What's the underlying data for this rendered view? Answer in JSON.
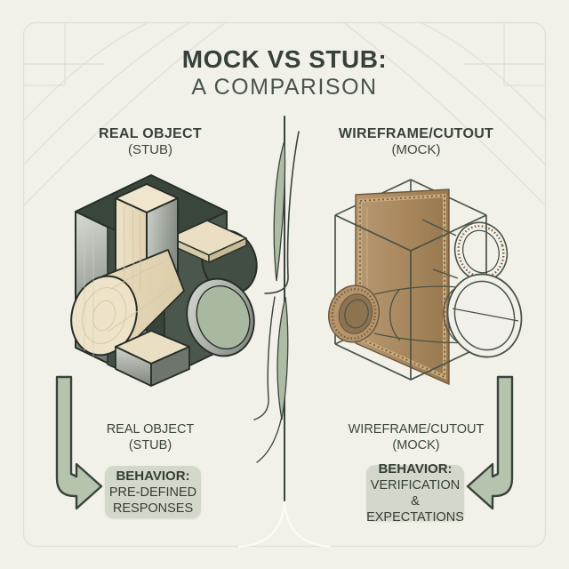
{
  "title": {
    "line1": "MOCK VS STUB:",
    "line2": "A COMPARISON"
  },
  "left_column": {
    "heading": "REAL OBJECT",
    "subheading": "(STUB)",
    "caption": "REAL OBJECT",
    "caption_sub": "(STUB)",
    "behavior": {
      "title": "BEHAVIOR:",
      "line1": "PRE-DEFINED",
      "line2": "RESPONSES"
    },
    "illustration": "solid-isometric-object-with-wood-post-and-cylinders"
  },
  "right_column": {
    "heading": "WIREFRAME/CUTOUT",
    "subheading": "(MOCK)",
    "caption": "WIREFRAME/CUTOUT",
    "caption_sub": "(MOCK)",
    "behavior": {
      "title": "BEHAVIOR:",
      "line1": "VERIFICATION &",
      "line2": "EXPECTATIONS"
    },
    "illustration": "wireframe-box-with-cardboard-cutout-planes-and-tubes"
  },
  "icons": {
    "divider": "botanical-leaf-line-divider",
    "left_arrow": "curved-arrow-down-then-right",
    "right_arrow": "curved-arrow-down-then-left",
    "corner_ornament": "faint-art-deco-corner-lines"
  },
  "colors": {
    "background": "#f1f0e9",
    "ink": "#39443c",
    "title_text": "#36413a",
    "sage_accent": "#b3c1ab",
    "behavior_box_bg": "#d4d8ca",
    "wood": "#ebdfc5",
    "metal_light": "#d8dcd5",
    "metal_dark": "#6b736b",
    "dark_face": "#465148",
    "sage_cylinder_face": "#a9b8a1",
    "cardboard": "#a8875d",
    "cardboard_edge": "#c9aa7c",
    "frame_line": "#e2dfd3"
  }
}
